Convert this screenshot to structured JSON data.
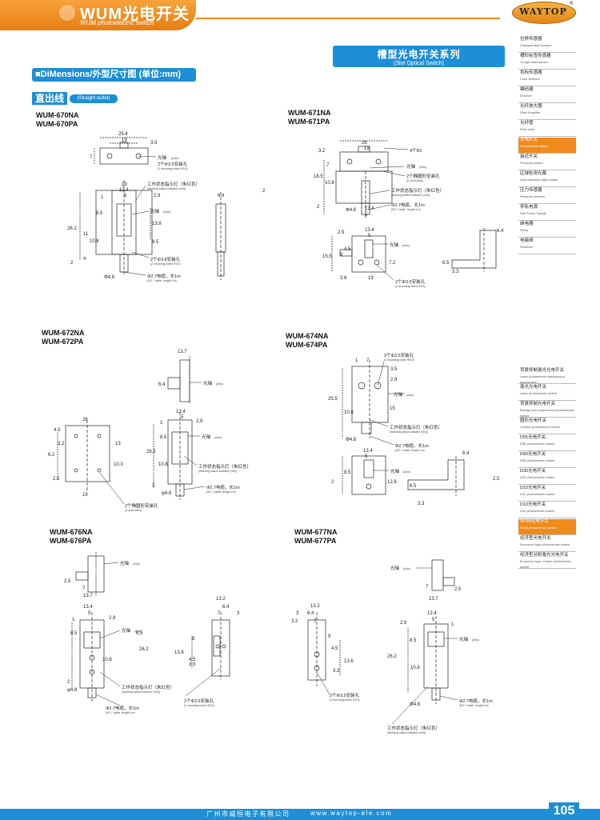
{
  "header": {
    "title": "WUM光电开关",
    "subtitle": "WUM photoelectric switch",
    "logo": "WAYTOP",
    "logo_mark": "®"
  },
  "series": {
    "title": "槽型光电开关系列",
    "subtitle": "(Slot Optical Switch)"
  },
  "dimensions_label": "■DiMensions/外型尺寸图 (单位:mm)",
  "outlet": {
    "label": "直出线",
    "sub": "(Straight outlet)"
  },
  "models": {
    "m670": [
      "WUM-670NA",
      "WUM-670PA"
    ],
    "m671": [
      "WUM-671NA",
      "WUM-671PA"
    ],
    "m672": [
      "WUM-672NA",
      "WUM-672PA"
    ],
    "m674": [
      "WUM-674NA",
      "WUM-674PA"
    ],
    "m676": [
      "WUM-676NA",
      "WUM-676PA"
    ],
    "m677": [
      "WUM-677NA",
      "WUM-677PA"
    ]
  },
  "callouts": {
    "axis": "光轴",
    "axis_en": "(Axis)",
    "hole35": "2个Φ3.5安装孔",
    "hole35_en": "(2 mounting holes Φ3.5)",
    "hole38": "2个Φ3.8安装孔",
    "hole38_en": "(2 mounting holes Φ3.8)",
    "oval": "2个椭圆形安装孔",
    "oval_en": "(2 oval holes)",
    "indicator": "工作状态指示灯（朱红色）",
    "indicator_en": "(Working status indicator (red))",
    "cable": "Φ2.7电缆，长1m",
    "cable_en": "(Φ2.7 cable, length 1m)",
    "r2": "4个R2"
  },
  "sidebar": [
    {
      "cn": "位移传感器",
      "en": "Displacement sensors",
      "active": false
    },
    {
      "cn": "槽形标签传感器",
      "en": "Trough label sensor",
      "active": false
    },
    {
      "cn": "色标传感器",
      "en": "Color sensors",
      "active": false
    },
    {
      "cn": "编码器",
      "en": "Encoder",
      "active": false
    },
    {
      "cn": "光纤放大器",
      "en": "Fiber Amplifier",
      "active": false
    },
    {
      "cn": "光纤管",
      "en": "Fiber tube",
      "active": false
    },
    {
      "cn": "光电开关",
      "en": "Photoelectric switch",
      "active": true
    },
    {
      "cn": "接近开关",
      "en": "Proximity switch",
      "active": false
    },
    {
      "cn": "区域检测光幕",
      "en": "Area detection light curtain",
      "active": false
    },
    {
      "cn": "压力传感器",
      "en": "Pressure sensors",
      "active": false
    },
    {
      "cn": "导轨电源",
      "en": "Rail Power Supply",
      "active": false
    },
    {
      "cn": "继电器",
      "en": "Relay",
      "active": false
    },
    {
      "cn": "电磁阀",
      "en": "Solenoid",
      "active": false
    }
  ],
  "sidebar2": [
    {
      "cn": "背景抑制激光光电开关",
      "en": "Laser photoelectric background suppression",
      "active": false
    },
    {
      "cn": "激光光电开关",
      "en": "Laser photoelectric switch",
      "active": false
    },
    {
      "cn": "背景抑制光电开关",
      "en": "Background suppression photoelectric switch",
      "active": false
    },
    {
      "cn": "圆形光电开关",
      "en": "Circular photoelectric switch",
      "active": false
    },
    {
      "cn": "D55光电开关",
      "en": "D55 photoelectric switch",
      "active": false
    },
    {
      "cn": "D50光电开关",
      "en": "D50 photoelectric switch",
      "active": false
    },
    {
      "cn": "D30光电开关",
      "en": "D30 photoelectric switch",
      "active": false
    },
    {
      "cn": "D22光电开关",
      "en": "D22 photoelectric switch",
      "active": false
    },
    {
      "cn": "D10光电开关",
      "en": "D10 photoelectric switch",
      "active": false
    },
    {
      "cn": "WUM光电开关",
      "en": "WUM photoelectric switch",
      "active": true
    },
    {
      "cn": "经济型光电开关",
      "en": "Economic type photoelectric switch",
      "active": false
    },
    {
      "cn": "经济型对射激光光电开关",
      "en": "Economic type of laser photoelectric switch",
      "active": false
    }
  ],
  "footer": {
    "company": "广州市威恒电子有限公司",
    "web": "www.waytop-ele.com",
    "page": "105"
  },
  "dims": {
    "d670a": [
      "25.4",
      "19",
      "3.5",
      "7"
    ],
    "d670b": [
      "19",
      "13.4",
      "5",
      "2.9",
      "1",
      "8.5",
      "13.8",
      "26.2",
      "11",
      "10.8",
      "9.5",
      "2",
      "4",
      "Φ4.8",
      "6.4",
      "2"
    ],
    "d671a": [
      "26",
      "19",
      "3.2",
      "7",
      "18.5",
      "10.8",
      "2",
      "Φ4.8",
      "13.4",
      "5"
    ],
    "d671b": [
      "2.9",
      "13.4",
      "5",
      "4.5",
      "9",
      "15.5",
      "3.6",
      "19",
      "7.2",
      "6.5",
      "3.3",
      "6.4"
    ],
    "d672a": [
      "13.7",
      "6.4",
      "13.4",
      "5",
      "2.9",
      "1",
      "8.5",
      "26.2",
      "10.8",
      "2",
      "φ4.8"
    ],
    "d672b": [
      "26",
      "4.3",
      "3.2",
      "6.2",
      "13",
      "10.3",
      "2.5",
      "19"
    ],
    "d674": [
      "1",
      "7",
      "3.5",
      "2.9",
      "25.5",
      "10.8",
      "15",
      "Φ4.8",
      "13.4",
      "5",
      "8.5",
      "2",
      "12.6",
      "6.4",
      "6.5",
      "3.3",
      "2.5"
    ],
    "d676a": [
      "2.5",
      "7",
      "13.7"
    ],
    "d676b": [
      "13.4",
      "5",
      "2.9",
      "1",
      "8.5",
      "6.5",
      "26.2",
      "10.8",
      "2",
      "φ4.8",
      "13.2",
      "6.4",
      "3",
      "7",
      "9",
      "13.6",
      "4.5",
      "3.3"
    ],
    "d677a": [
      "7",
      "2.5",
      "13.7"
    ],
    "d677b": [
      "13.2",
      "6.4",
      "3.2",
      "7",
      "3",
      "9",
      "13.6",
      "4.5",
      "3.3",
      "2.9",
      "13.4",
      "5",
      "1",
      "8.5",
      "26.2",
      "10.8",
      "Φ4.8"
    ]
  }
}
